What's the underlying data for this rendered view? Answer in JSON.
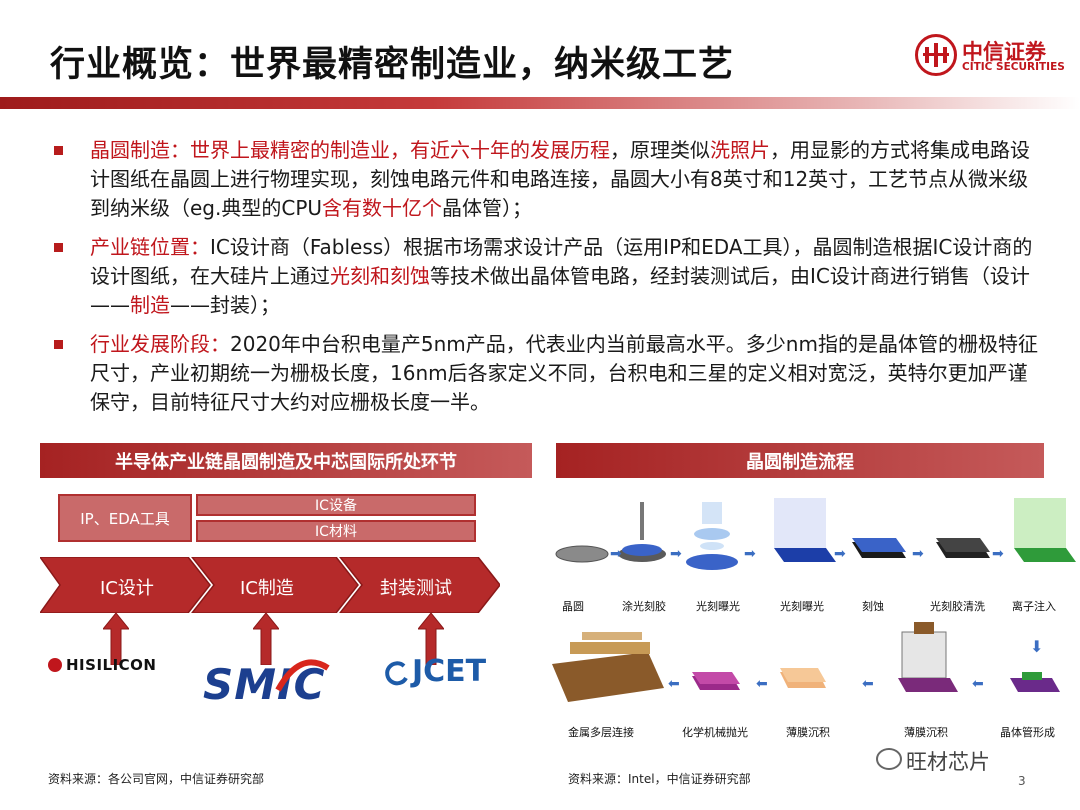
{
  "header": {
    "title": "行业概览：世界最精密制造业，纳米级工艺",
    "logo_cn": "中信证券",
    "logo_en": "CITIC SECURITIES"
  },
  "bullets": [
    {
      "segments": [
        {
          "text": "晶圆制造：世界上最精密的制造业，有近六十年的发展历程",
          "red": true
        },
        {
          "text": "，原理类似",
          "red": false
        },
        {
          "text": "洗照片",
          "red": true
        },
        {
          "text": "，用显影的方式将集成电路设计图纸在晶圆上进行物理实现，刻蚀电路元件和电路连接，晶圆大小有8英寸和12英寸，工艺节点从微米级到纳米级（eg.典型的CPU",
          "red": false
        },
        {
          "text": "含有数十亿个",
          "red": true
        },
        {
          "text": "晶体管）；",
          "red": false
        }
      ]
    },
    {
      "segments": [
        {
          "text": "产业链位置：",
          "red": true
        },
        {
          "text": "IC设计商（Fabless）根据市场需求设计产品（运用IP和EDA工具），晶圆制造根据IC设计商的设计图纸，在大硅片上通过",
          "red": false
        },
        {
          "text": "光刻和刻蚀",
          "red": true
        },
        {
          "text": "等技术做出晶体管电路，经封装测试后，由IC设计商进行销售（设计——",
          "red": false
        },
        {
          "text": "制造",
          "red": true
        },
        {
          "text": "——封装）；",
          "red": false
        }
      ]
    },
    {
      "segments": [
        {
          "text": "行业发展阶段：",
          "red": true
        },
        {
          "text": "2020年中台积电量产5nm产品，代表业内当前最高水平。多少nm指的是晶体管的栅极特征尺寸，产业初期统一为栅极长度，16nm后各家定义不同，台积电和三星的定义相对宽泛，英特尔更加严谨保守，目前特征尺寸大约对应栅极长度一半。",
          "red": false
        }
      ]
    }
  ],
  "left_panel": {
    "title": "半导体产业链晶圆制造及中芯国际所处环节",
    "ip_box": "IP、EDA工具",
    "equipment_box": "IC设备",
    "material_box": "IC材料",
    "chain": [
      "IC设计",
      "IC制造",
      "封装测试"
    ],
    "logos": [
      "HISILICON",
      "SMIC",
      "JCET"
    ],
    "source": "资料来源：各公司官网，中信证券研究部"
  },
  "right_panel": {
    "title": "晶圆制造流程",
    "steps_top": [
      "晶圆",
      "涂光刻胶",
      "光刻曝光",
      "光刻曝光",
      "刻蚀",
      "光刻胶清洗",
      "离子注入"
    ],
    "steps_bottom": [
      "金属多层连接",
      "化学机械抛光",
      "薄膜沉积",
      "薄膜沉积",
      "晶体管形成"
    ],
    "source": "资料来源：Intel，中信证券研究部"
  },
  "watermark": "旺材芯片",
  "page_number": "3",
  "colors": {
    "brand_red": "#c0161c",
    "bar_red": "#a52222",
    "box_red": "#c96a6a",
    "flow_blue": "#3b6ec2"
  }
}
